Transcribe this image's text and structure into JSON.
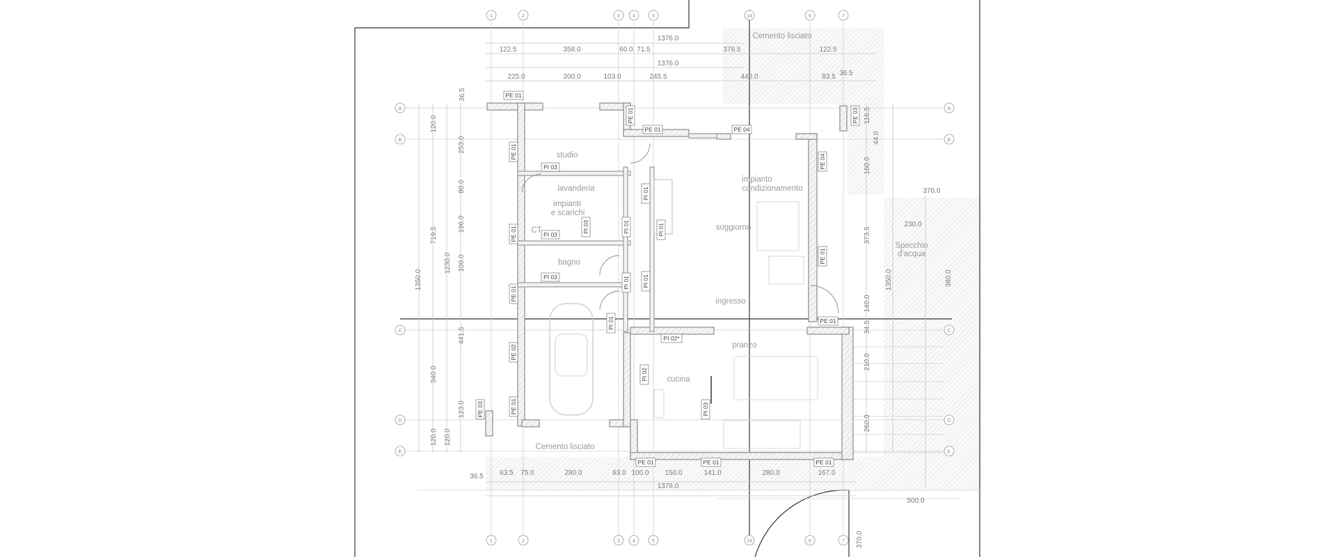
{
  "rooms": {
    "studio": "studio",
    "lavanderia": "lavanderia",
    "impianti_1": "impianti",
    "impianti_2": "e scarichi",
    "ct": "CT",
    "bagno": "bagno",
    "impianto_1": "impianto",
    "impianto_2": "condizionamento",
    "soggiorno": "soggiorno",
    "ingresso": "ingresso",
    "pranzo": "pranzo",
    "cucina": "cucina",
    "cemento_top": "Cemento lisciato",
    "cemento_bottom": "Cemento lisciato",
    "specchio_1": "Specchio",
    "specchio_2": "d'acqua"
  },
  "tags": {
    "pe01": "PE 01",
    "pe02": "PE 02",
    "pe03": "PE 03",
    "pe04": "PE 04",
    "pi01": "PI 01",
    "pi02": "PI 02",
    "pi02s": "PI 02*",
    "pi03": "PI 03"
  },
  "dims_top_row1": [
    "122.5",
    "358.0",
    "60.0",
    "71.5",
    "376.5",
    "122.5"
  ],
  "dims_top_row2": [
    "225.0",
    "200.0",
    "103.0",
    "245.5",
    "440.0",
    "83.5",
    "36.5"
  ],
  "dims_total": "1376.0",
  "dims_bottom": [
    "63.5",
    "75.0",
    "280.0",
    "63.0",
    "100.0",
    "150.0",
    "141.0",
    "280.0",
    "167.0"
  ],
  "dims_bottom_left": "36.5",
  "dims_left_inner": [
    "36.5",
    "120.0",
    "253.0",
    "80.0",
    "196.0",
    "100.0",
    "441.5",
    "340.0",
    "123.0",
    "120.0"
  ],
  "dims_left_mid": [
    "719.5",
    "1230.0",
    "120.0"
  ],
  "dims_left_outer": "1350.0",
  "dims_right": [
    "116.5",
    "44.0",
    "160.0",
    "373.5",
    "140.0",
    "34.5",
    "210.0",
    "260.0",
    "1350.0",
    "380.0"
  ],
  "dims_right_misc": [
    "370.0",
    "230.0",
    "500.0",
    "370.0"
  ],
  "axes_top": [
    "1",
    "2",
    "3",
    "4",
    "5",
    "6",
    "7"
  ],
  "axes_side": [
    "A",
    "B",
    "C",
    "D",
    "E"
  ],
  "axes_marker": "14"
}
